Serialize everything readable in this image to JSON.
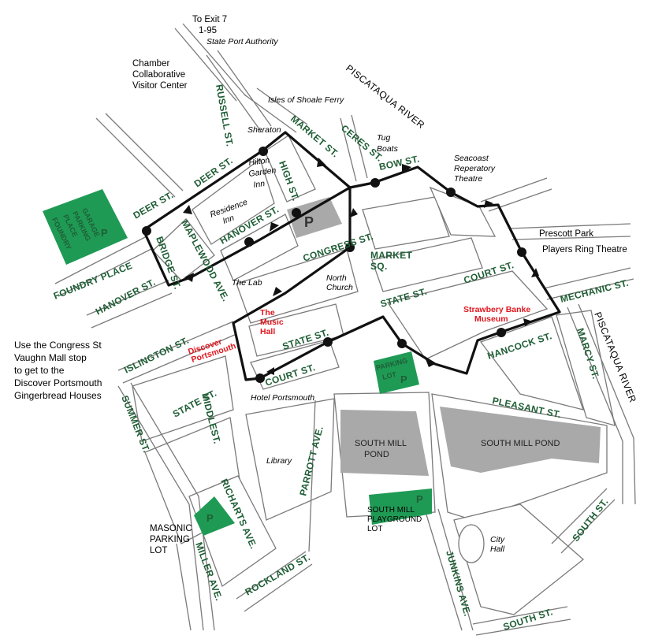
{
  "colors": {
    "street_label": "#1f5e35",
    "parking": "#1f9a55",
    "pond": "#a9a9a9",
    "route": "#111111",
    "highlight_red": "#e0161e",
    "road_outline": "#7a7a7a"
  },
  "top_labels": {
    "to_exit": "To Exit 7",
    "i95": "1-95",
    "state_port": "State Port Authority",
    "chamber_1": "Chamber",
    "chamber_2": "Collaborative",
    "chamber_3": "Visitor Center",
    "isles_ferry": "Isles of Shoale Ferry",
    "river_north": "PISCATAQUA RIVER",
    "river_east": "PISCATAQUA RIVER"
  },
  "streets": {
    "russell": "RUSSELL ST.",
    "market": "MARKET ST.",
    "ceres": "CERES ST.",
    "bow": "BOW ST.",
    "deer_upper": "DEER ST.",
    "deer_lower": "DEER ST.",
    "high": "HIGH ST.",
    "hanover_upper": "HANOVER ST.",
    "hanover_lower": "HANOVER ST.",
    "bridge": "BRIDGE ST.",
    "maplewood": "MAPLEWOOD AVE.",
    "foundry_place": "FOUNDRY PLACE",
    "congress": "CONGRESS ST.",
    "market_sq_1": "MARKET",
    "market_sq_2": "SQ.",
    "court_upper": "COURT ST.",
    "court_lower": "COURT ST.",
    "state_upper": "STATE ST.",
    "state_mid": "STATE ST.",
    "state_lower": "STATE ST.",
    "mechanic": "MECHANIC ST.",
    "islington": "ISLINGTON ST.",
    "hancock": "HANCOCK ST.",
    "marcy": "MARCY ST.",
    "pleasant": "PLEASANT ST.",
    "summer": "SUMMER ST.",
    "middle": "MIDDLEST.",
    "richards": "RICHARTS AVE.",
    "parrott": "PARROTT AVE.",
    "miller": "MILLER AVE.",
    "rockland": "ROCKLAND ST.",
    "junkins": "JUNKINS AVE.",
    "south_lower": "SOUTH ST.",
    "south_right": "SOUTH ST."
  },
  "places": {
    "sheraton": "Sheraton",
    "tug_1": "Tug",
    "tug_2": "Boats",
    "seacoast_1": "Seacoast",
    "seacoast_2": "Reperatory",
    "seacoast_3": "Theatre",
    "hilton_1": "Hilton",
    "hilton_2": "Garden",
    "hilton_3": "Inn",
    "residence_1": "Residence",
    "residence_2": "Inn",
    "prescott": "Prescott Park",
    "players_ring": "Players Ring Theatre",
    "the_lab": "The Lab",
    "north_church_1": "North",
    "north_church_2": "Church",
    "music_hall_1": "The",
    "music_hall_2": "Music",
    "music_hall_3": "Hall",
    "discover_1": "Discover",
    "discover_2": "Portsmouth",
    "strawbery_1": "Strawbery Banke",
    "strawbery_2": "Museum",
    "hotel_portsmouth": "Hotel Portsmouth",
    "library": "Library",
    "city_hall_1": "City",
    "city_hall_2": "Hall"
  },
  "parking": {
    "p": "P",
    "foundry_1": "FOUNDRY",
    "foundry_2": "PLACE",
    "foundry_3": "PARKING",
    "foundry_4": "GARAGE",
    "court_lot_1": "PARKING",
    "court_lot_2": "LOT",
    "playground_1": "SOUTH MILL",
    "playground_2": "PLAYGROUND",
    "playground_3": "LOT",
    "masonic_1": "MASONIC",
    "masonic_2": "PARKING",
    "masonic_3": "LOT"
  },
  "ponds": {
    "west_1": "SOUTH MILL",
    "west_2": "POND",
    "east": "SOUTH MILL POND"
  },
  "side_note": {
    "line1": "Use the Congress St",
    "line2": "Vaughn Mall stop",
    "line3": "to get to the",
    "line4": "Discover Portsmouth",
    "line5": "Gingerbread Houses"
  }
}
